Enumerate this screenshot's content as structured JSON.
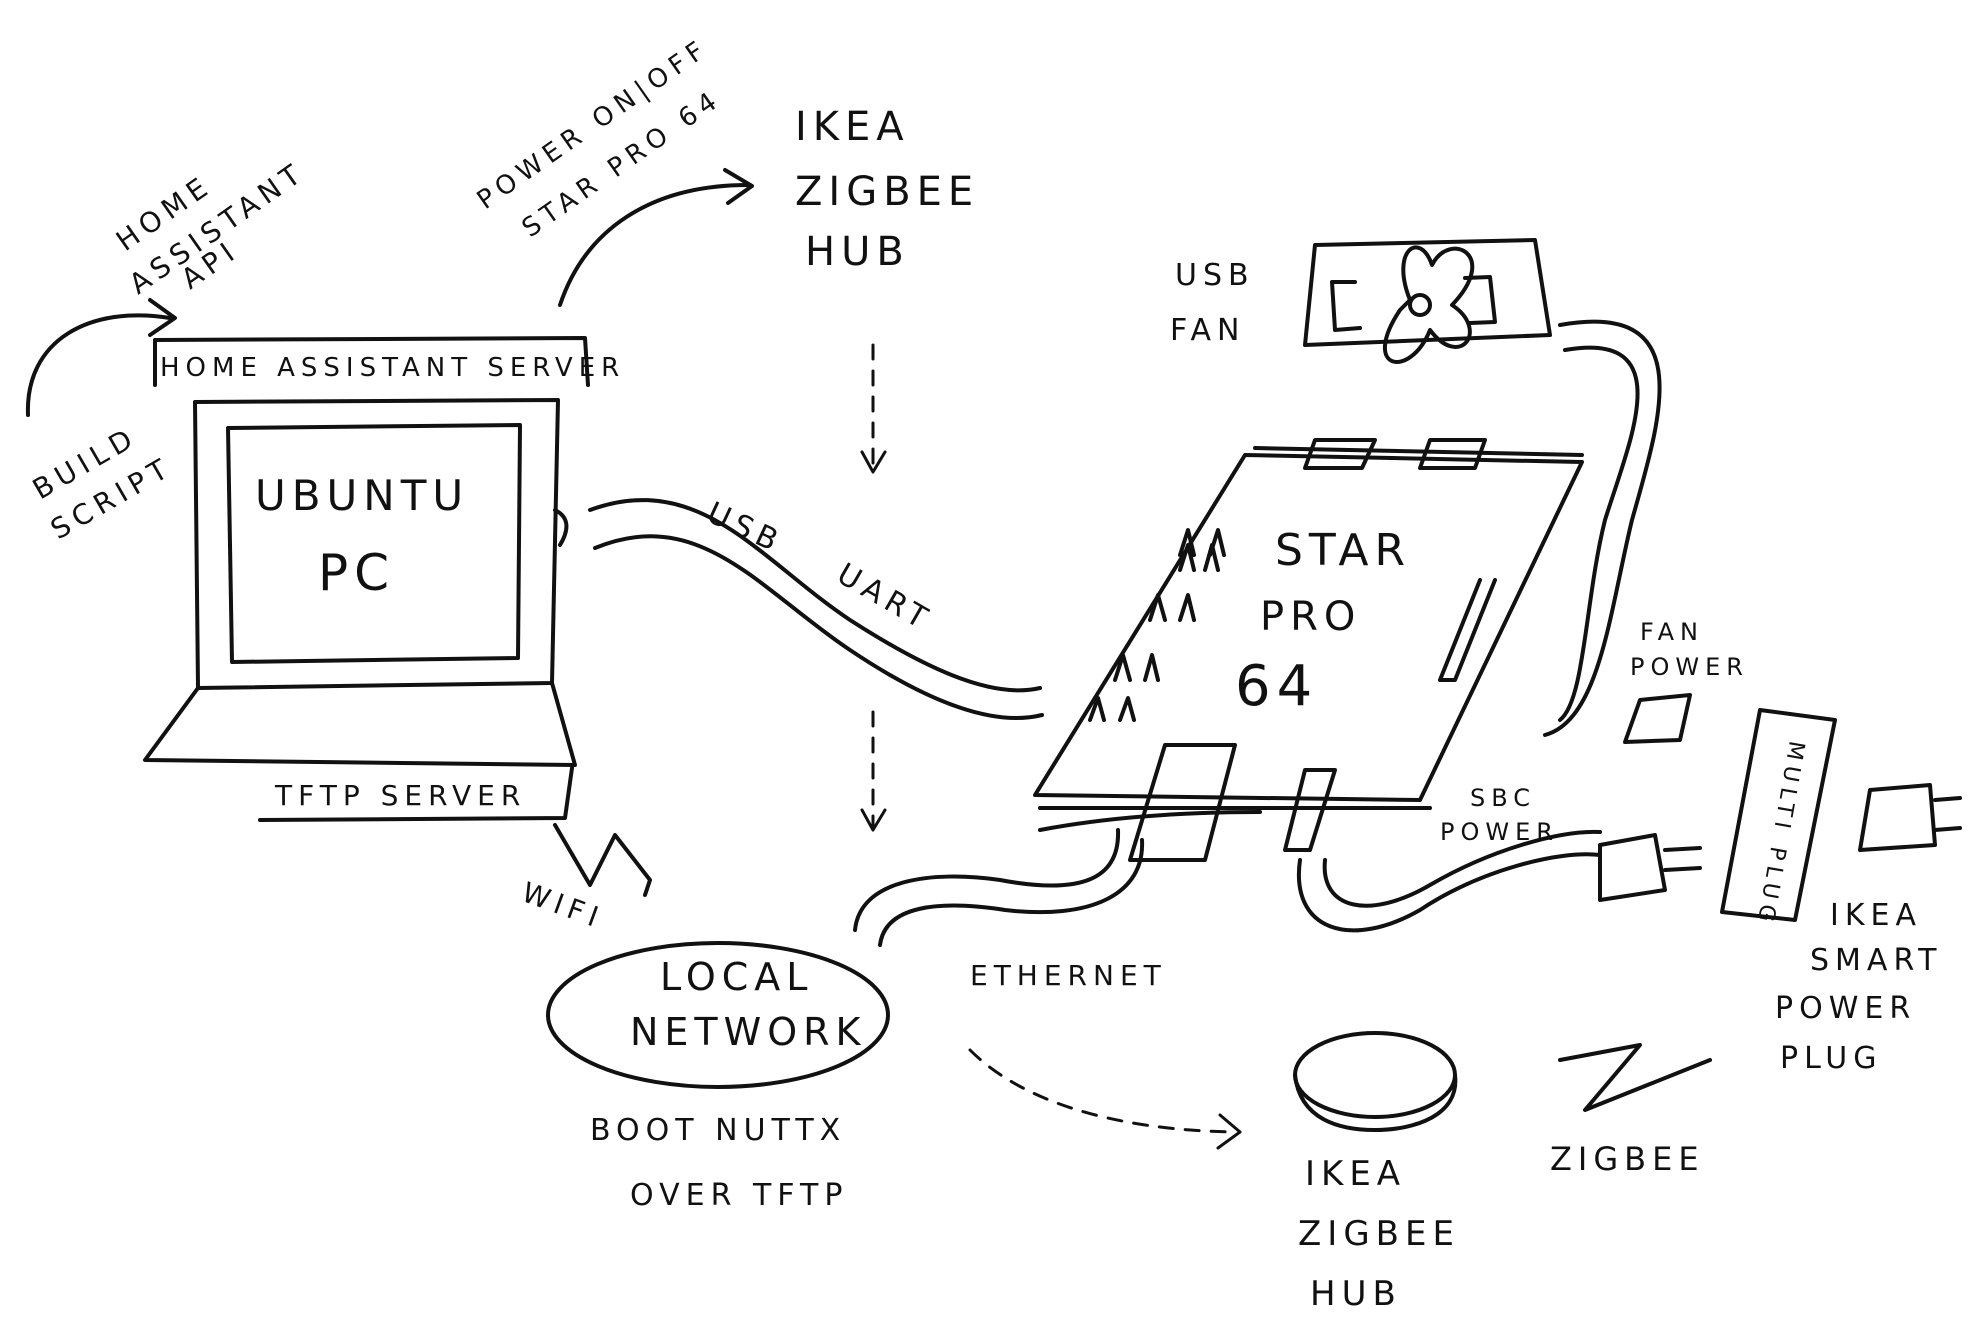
{
  "labels": {
    "build_script": [
      "BUILD",
      "SCRIPT"
    ],
    "home_assistant_api": [
      "HOME",
      "ASSISTANT",
      "API"
    ],
    "power_onoff": [
      "POWER ON|OFF",
      "STAR PRO 64"
    ],
    "ikea_hub_top": [
      "IKEA",
      "ZIGBEE",
      "HUB"
    ],
    "home_assistant_server": "HOME  ASSISTANT  SERVER",
    "ubuntu_pc": [
      "UBUNTU",
      "PC"
    ],
    "tftp_server": "TFTP SERVER",
    "usb_uart": [
      "USB",
      "UART"
    ],
    "usb_fan": [
      "USB",
      "FAN"
    ],
    "star_pro_64": [
      "STAR",
      "PRO",
      "64"
    ],
    "fan_power": [
      "FAN",
      "POWER"
    ],
    "sbc_power": [
      "SBC",
      "POWER"
    ],
    "multi_plug": "MULTI PLUG",
    "ikea_smart_power_plug": [
      "IKEA",
      "SMART",
      "POWER",
      "PLUG"
    ],
    "wifi": "WIFI",
    "local_network": [
      "LOCAL",
      "NETWORK"
    ],
    "ethernet": "ETHERNET",
    "boot_nuttx": [
      "BOOT  NUTTX",
      "OVER  TFTP"
    ],
    "zigbee": "ZIGBEE",
    "ikea_hub_bottom": [
      "IKEA",
      "ZIGBEE",
      "HUB"
    ]
  }
}
